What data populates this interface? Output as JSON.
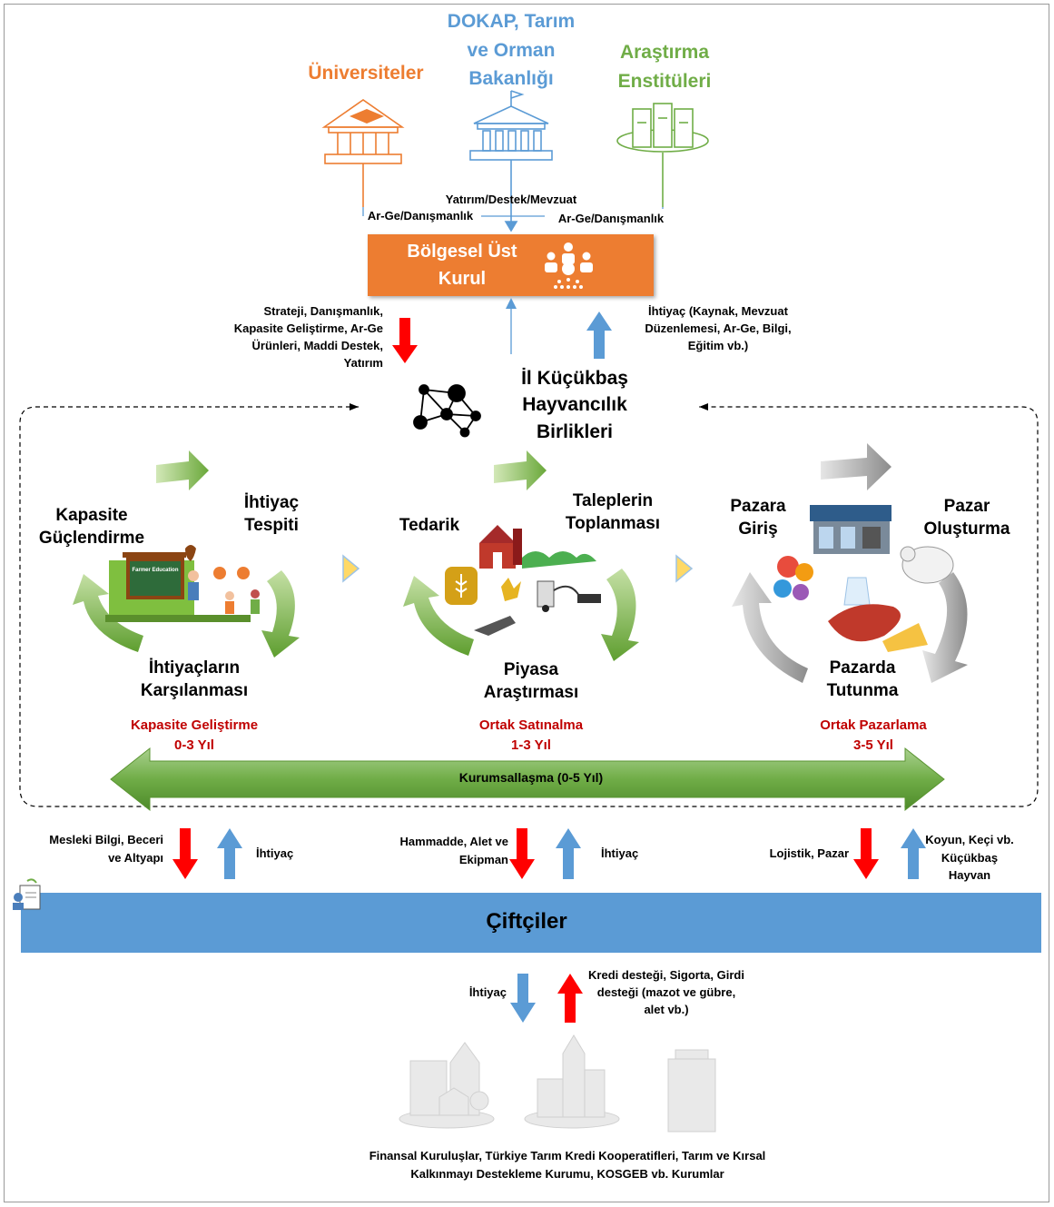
{
  "top_orgs": {
    "universities": "Üniversiteler",
    "ministry": "DOKAP, Tarım ve Orman Bakanlığı",
    "institutes": "Araştırma Enstitüleri"
  },
  "top_links": {
    "left": "Ar-Ge/Danışmanlık",
    "center": "Yatırım/Destek/Mevzuat",
    "right": "Ar-Ge/Danışmanlık"
  },
  "board": {
    "label": "Bölgesel Üst Kurul"
  },
  "mid_flows": {
    "down_text": "Strateji, Danışmanlık, Kapasite Geliştirme, Ar-Ge Ürünleri, Maddi Destek, Yatırım",
    "up_text": "İhtiyaç (Kaynak, Mevzuat Düzenlemesi, Ar-Ge, Bilgi, Eğitim vb.)"
  },
  "union": {
    "label": "İl Küçükbaş Hayvancılık Birlikleri"
  },
  "cycles": [
    {
      "labels": [
        "Kapasite Güçlendirme",
        "İhtiyaç Tespiti",
        "İhtiyaçların Karşılanması"
      ],
      "phase": "Kapasite Geliştirme",
      "years": "0-3 Yıl",
      "image_caption": "Farmer Education"
    },
    {
      "labels": [
        "Tedarik",
        "Taleplerin Toplanması",
        "Piyasa Araştırması"
      ],
      "phase": "Ortak Satınalma",
      "years": "1-3 Yıl"
    },
    {
      "labels": [
        "Pazara Giriş",
        "Pazar Oluşturma",
        "Pazarda Tutunma"
      ],
      "phase": "Ortak Pazarlama",
      "years": "3-5 Yıl"
    }
  ],
  "institutionalization": "Kurumsallaşma (0-5 Yıl)",
  "farmer_flows": {
    "f1_down": "Mesleki Bilgi, Beceri ve Altyapı",
    "f1_up": "İhtiyaç",
    "f2_down": "Hammadde, Alet ve Ekipman",
    "f2_up": "İhtiyaç",
    "f3_down": "Lojistik, Pazar",
    "f3_up": "Koyun, Keçi vb. Küçükbaş Hayvan"
  },
  "farmers": {
    "label": "Çiftçiler"
  },
  "bottom_flows": {
    "need": "İhtiyaç",
    "support": "Kredi desteği, Sigorta, Girdi desteği (mazot ve gübre, alet vb.)"
  },
  "footer": "Finansal Kuruluşlar, Türkiye Tarım Kredi Kooperatifleri, Tarım ve Kırsal Kalkınmayı Destekleme Kurumu, KOSGEB vb. Kurumlar",
  "colors": {
    "orange": "#ed7d31",
    "blue": "#5b9bd5",
    "green": "#70ad47",
    "red": "#ff0000",
    "dark_red": "#c00000",
    "arrow_green": "#8cc152"
  },
  "icons": [
    "university-icon",
    "ministry-icon",
    "institute-icon",
    "people-group-icon",
    "network-icon",
    "document-user-icon",
    "buildings-icon"
  ]
}
